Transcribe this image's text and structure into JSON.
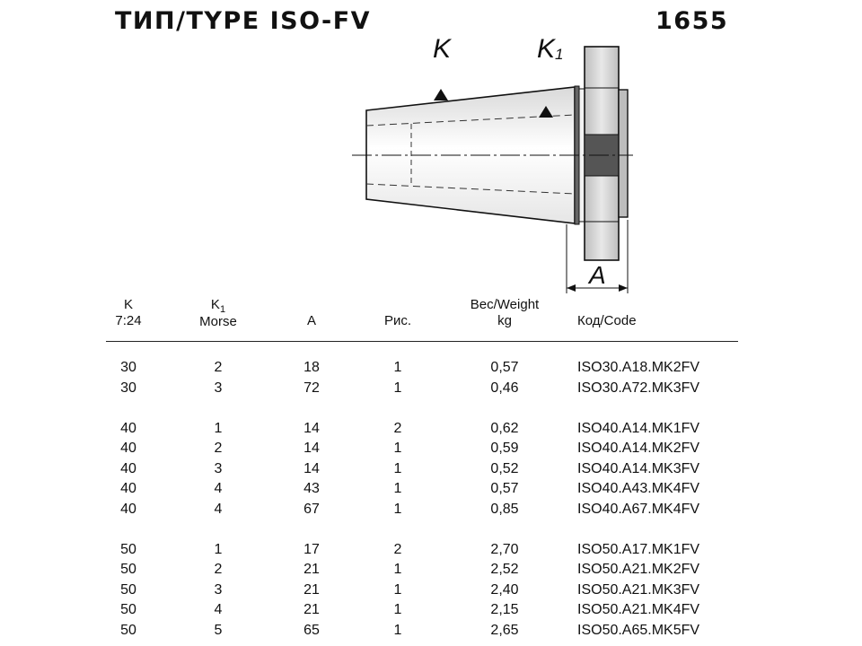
{
  "header": {
    "title": "ТИП/TYPE  ISO-FV",
    "catalog_no": "1655"
  },
  "drawing": {
    "label_k": "K",
    "label_k1": "K",
    "label_k1_sub": "1",
    "label_a": "A"
  },
  "columns": {
    "k": {
      "line1": "K",
      "line2": "7:24"
    },
    "k1": {
      "line1": "K",
      "line1_sub": "1",
      "line2": "Morse"
    },
    "a": {
      "line2": "A"
    },
    "fig": {
      "line2": "Рис."
    },
    "weight": {
      "line1": "Вес/Weight",
      "line2": "kg"
    },
    "code": {
      "line2": "Код/Code"
    }
  },
  "groups": [
    [
      {
        "k": "30",
        "k1": "2",
        "a": "18",
        "fig": "1",
        "weight": "0,57",
        "code": "ISO30.A18.MK2FV"
      },
      {
        "k": "30",
        "k1": "3",
        "a": "72",
        "fig": "1",
        "weight": "0,46",
        "code": "ISO30.A72.MK3FV"
      }
    ],
    [
      {
        "k": "40",
        "k1": "1",
        "a": "14",
        "fig": "2",
        "weight": "0,62",
        "code": "ISO40.A14.MK1FV"
      },
      {
        "k": "40",
        "k1": "2",
        "a": "14",
        "fig": "1",
        "weight": "0,59",
        "code": "ISO40.A14.MK2FV"
      },
      {
        "k": "40",
        "k1": "3",
        "a": "14",
        "fig": "1",
        "weight": "0,52",
        "code": "ISO40.A14.MK3FV"
      },
      {
        "k": "40",
        "k1": "4",
        "a": "43",
        "fig": "1",
        "weight": "0,57",
        "code": "ISO40.A43.MK4FV"
      },
      {
        "k": "40",
        "k1": "4",
        "a": "67",
        "fig": "1",
        "weight": "0,85",
        "code": "ISO40.A67.MK4FV"
      }
    ],
    [
      {
        "k": "50",
        "k1": "1",
        "a": "17",
        "fig": "2",
        "weight": "2,70",
        "code": "ISO50.A17.MK1FV"
      },
      {
        "k": "50",
        "k1": "2",
        "a": "21",
        "fig": "1",
        "weight": "2,52",
        "code": "ISO50.A21.MK2FV"
      },
      {
        "k": "50",
        "k1": "3",
        "a": "21",
        "fig": "1",
        "weight": "2,40",
        "code": "ISO50.A21.MK3FV"
      },
      {
        "k": "50",
        "k1": "4",
        "a": "21",
        "fig": "1",
        "weight": "2,15",
        "code": "ISO50.A21.MK4FV"
      },
      {
        "k": "50",
        "k1": "5",
        "a": "65",
        "fig": "1",
        "weight": "2,65",
        "code": "ISO50.A65.MK5FV"
      }
    ]
  ]
}
